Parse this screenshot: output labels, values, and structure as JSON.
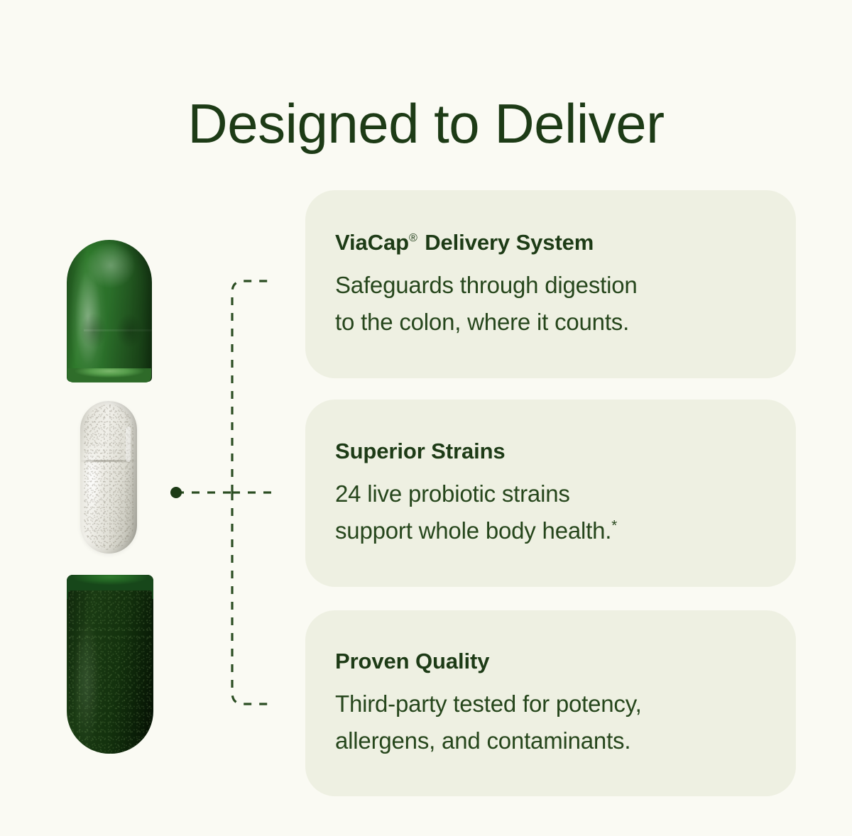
{
  "page": {
    "title": "Designed to Deliver",
    "background_color": "#fafaf3",
    "text_color": "#1d3b16",
    "card_background_color": "#eef0e2",
    "accent_color": "#1d3b16"
  },
  "illustration": {
    "name": "exploded-capsule-diagram",
    "parts": [
      {
        "name": "capsule-cap",
        "label": "green capsule cap",
        "color": "#2b702a"
      },
      {
        "name": "capsule-inner",
        "label": "white inner capsule with powder",
        "color": "#e8e7df"
      },
      {
        "name": "capsule-body",
        "label": "green capsule body filled with dark probiotic powder",
        "color": "#15330f"
      }
    ],
    "connector": {
      "name": "dashed-bracket-connector",
      "dot_color": "#1d3b16",
      "line_color": "#2b4d22",
      "style": "dashed"
    }
  },
  "features": [
    {
      "title": "ViaCap",
      "title_mark": "®",
      "title_rest": "Delivery System",
      "description_line_1": "Safeguards through digestion",
      "description_line_2": "to the colon, where it counts.",
      "footnote_mark": ""
    },
    {
      "title": "Superior Strains",
      "title_mark": "",
      "title_rest": "",
      "description_line_1": "24 live probiotic strains",
      "description_line_2": "support whole body health.",
      "footnote_mark": "*"
    },
    {
      "title": "Proven Quality",
      "title_mark": "",
      "title_rest": "",
      "description_line_1": "Third-party tested for potency,",
      "description_line_2": "allergens, and contaminants.",
      "footnote_mark": ""
    }
  ]
}
